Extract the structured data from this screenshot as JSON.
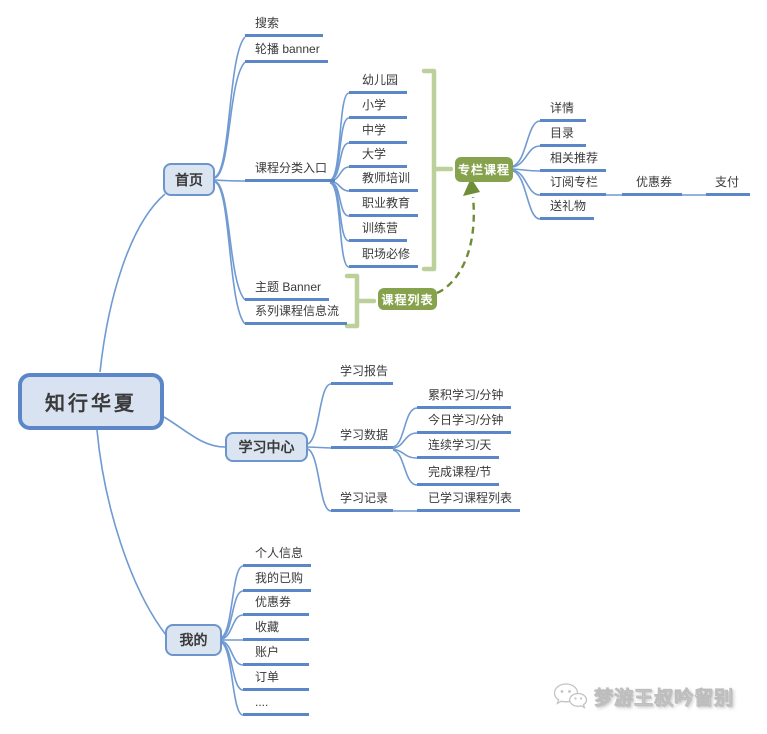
{
  "root": {
    "label": "知行华夏"
  },
  "home": {
    "label": "首页",
    "children": {
      "search": "搜索",
      "carousel": "轮播 banner",
      "category_entry": "课程分类入口",
      "theme_banner": "主题 Banner",
      "series_feed": "系列课程信息流"
    }
  },
  "categories": [
    "幼儿园",
    "小学",
    "中学",
    "大学",
    "教师培训",
    "职业教育",
    "训练营",
    "职场必修"
  ],
  "column": {
    "label": "专栏课程",
    "children": {
      "detail": "详情",
      "catalog": "目录",
      "related": "相关推荐",
      "subscribe": "订阅专栏",
      "coupon": "优惠券",
      "pay": "支付",
      "gift": "送礼物"
    }
  },
  "course_list": {
    "label": "课程列表"
  },
  "learning": {
    "label": "学习中心",
    "children": {
      "report": "学习报告",
      "data": "学习数据",
      "record": "学习记录"
    },
    "stats": [
      "累积学习/分钟",
      "今日学习/分钟",
      "连续学习/天",
      "完成课程/节"
    ],
    "learned_list": "已学习课程列表"
  },
  "mine": {
    "label": "我的",
    "items": [
      "个人信息",
      "我的已购",
      "优惠券",
      "收藏",
      "账户",
      "订单",
      "...."
    ]
  },
  "watermark": {
    "text": "梦游王叔吟留别"
  },
  "colors": {
    "branch_blue": "#5b87c8",
    "curve_blue": "#6f9ad2",
    "node_fill": "#dbe5f2",
    "node_border": "#6e95cb",
    "summary_bracket_green": "#bcd09c",
    "topic_green": "#87a24c",
    "arrow_green": "#6f8c37"
  }
}
